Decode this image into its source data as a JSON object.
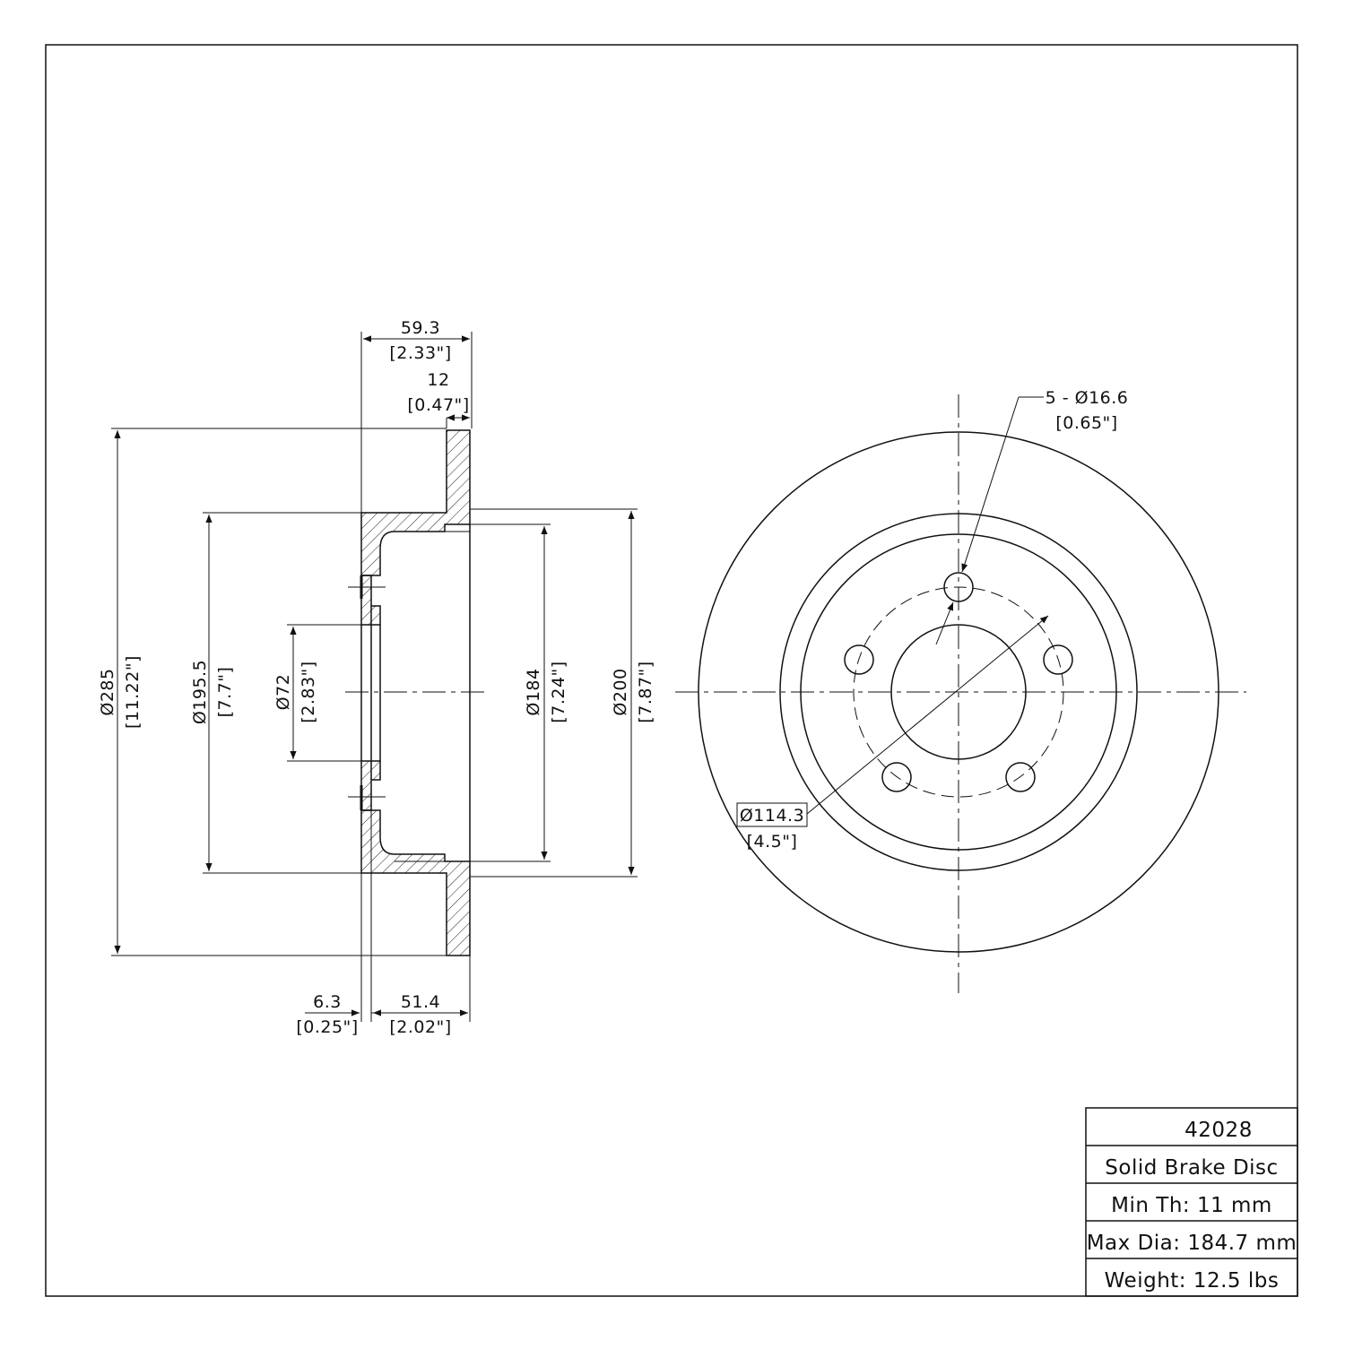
{
  "title_block": {
    "part_number": "42028",
    "description": "Solid Brake Disc",
    "min_thickness": "Min Th: 11 mm",
    "max_diameter": "Max Dia: 184.7 mm",
    "weight": "Weight: 12.5 lbs"
  },
  "dimensions": {
    "overall_width_mm": "59.3",
    "overall_width_in": "[2.33\"]",
    "thickness_mm": "12",
    "thickness_in": "[0.47\"]",
    "outer_dia_mm": "Ø285",
    "outer_dia_in": "[11.22\"]",
    "hat_dia_mm": "Ø195.5",
    "hat_dia_in": "[7.7\"]",
    "center_bore_mm": "Ø72",
    "center_bore_in": "[2.83\"]",
    "inner_dia_mm": "Ø184",
    "inner_dia_in": "[7.24\"]",
    "hat_outer_dia_mm": "Ø200",
    "hat_outer_dia_in": "[7.87\"]",
    "flange_thickness_mm": "6.3",
    "flange_thickness_in": "[0.25\"]",
    "hat_height_mm": "51.4",
    "hat_height_in": "[2.02\"]",
    "bolt_holes_mm": "5 - Ø16.6",
    "bolt_holes_in": "[0.65\"]",
    "bolt_circle_mm": "Ø114.3",
    "bolt_circle_in": "[4.5\"]"
  }
}
